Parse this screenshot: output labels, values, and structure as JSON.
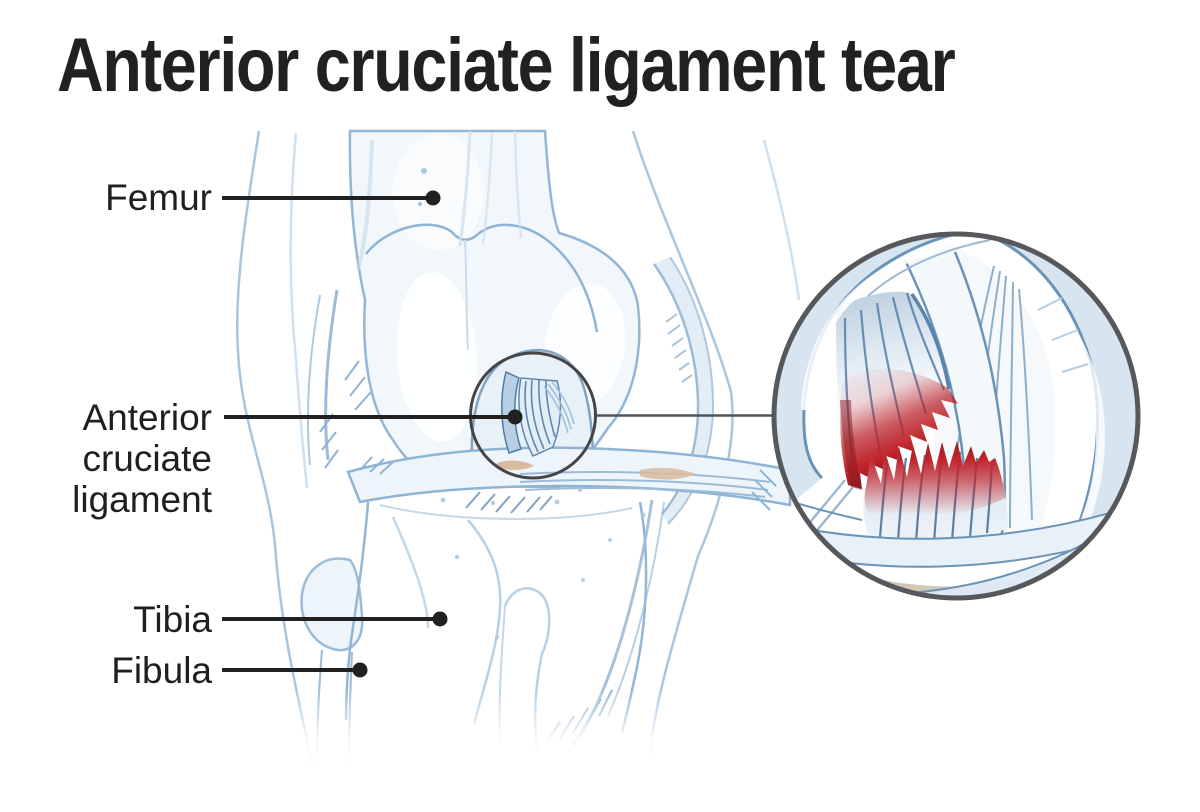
{
  "title": "Anterior cruciate ligament tear",
  "labels": {
    "femur": "Femur",
    "acl": "Anterior\ncruciate\nligament",
    "tibia": "Tibia",
    "fibula": "Fibula"
  },
  "colors": {
    "background": "#ffffff",
    "title_text": "#232020",
    "label_text": "#1f1f1f",
    "leader_line": "#212121",
    "illustration_outline": "#9cbbd6",
    "illustration_outline_strong": "#6b93b8",
    "bone_fill": "#f2f7fb",
    "ligament_band_fill": "#d7e5f0",
    "tear_red": "#c1232b",
    "tear_dark_red": "#871a1e",
    "cartilage_beige": "#d2c7b9",
    "inset_ring": "#57585b",
    "focus_ring": "#454547"
  }
}
